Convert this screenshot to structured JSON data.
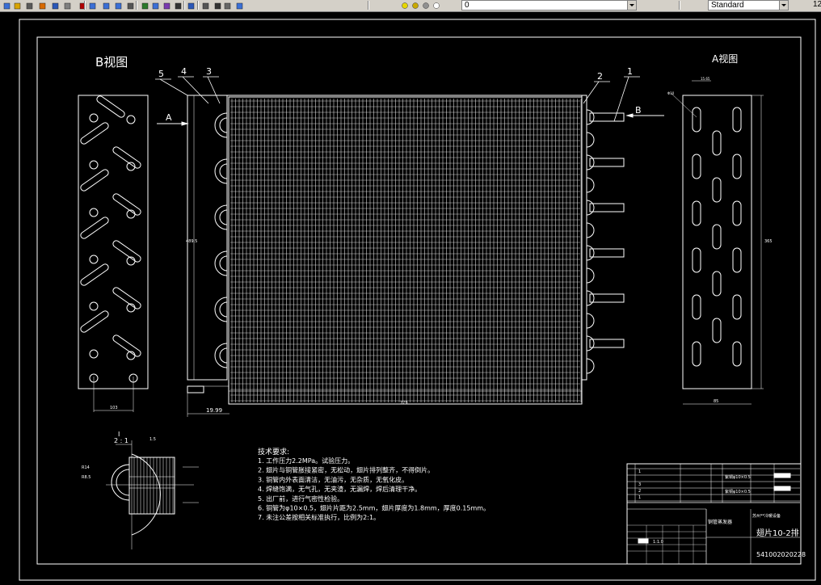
{
  "toolbar": {
    "layer_combo_value": "0",
    "text_style_value": "Standard",
    "right_edge_text": "12",
    "tools": [
      "new-icon",
      "open-icon",
      "pencil-icon",
      "match-properties-icon",
      "undo-icon",
      "redo-icon",
      "pan-icon",
      "zoom-realtime-icon",
      "zoom-window-icon",
      "zoom-previous-icon",
      "properties-icon",
      "design-center-icon",
      "tool-palettes-icon",
      "markup-icon",
      "calculator-icon",
      "help-icon",
      "layer-manager-icon",
      "layer-state-icon",
      "layer-previous-icon",
      "text-style-icon"
    ]
  },
  "drawing": {
    "view_b_label": "B视图",
    "view_a_label": "A视图",
    "arrow_a": "A",
    "arrow_b": "B",
    "balloons": [
      "5",
      "4",
      "3",
      "2",
      "1"
    ],
    "dim_bottom_right": "19.99",
    "detail_scale": "2 : 1",
    "tech_title": "技术要求:",
    "tech_notes": [
      "1. 工作压力2.2MPa。试验压力。",
      "2. 翅片与铜管胀接紧密，无松动，翅片排列整齐，不得倒片。",
      "3. 铜管内外表面清洁，无油污，无杂质，无氧化皮。",
      "4. 焊缝饱满，无气孔，无夹渣，无漏焊，焊后清理干净。",
      "5. 出厂前，进行气密性检验。",
      "6. 铜管为φ10×0.5，翅片片距为2.5mm，翅片厚度为1.8mm，厚度0.15mm。",
      "7. 未注公差按相关标准执行，比例为2:1。"
    ],
    "title_block": {
      "drawing_number": "翅片10-2排",
      "part_code": "541002020228",
      "designation": "铜管蒸发器",
      "company": "苏州**冷暖设备",
      "spec_a": "紫铜φ10×0.5",
      "spec_b": "紫铜φ10×0.5",
      "scale_text": "1:1.0"
    }
  }
}
